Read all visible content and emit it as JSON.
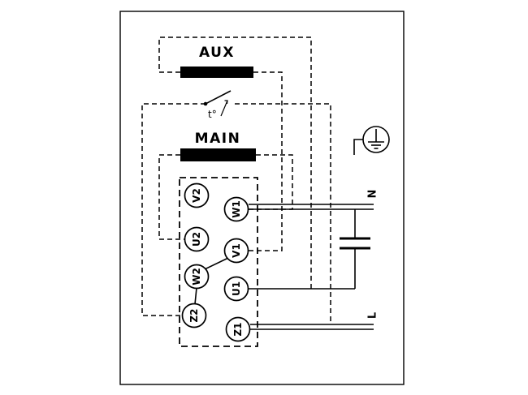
{
  "diagram": {
    "aux_winding_label": "AUX",
    "main_winding_label": "MAIN",
    "thermal_switch_label": "t°",
    "neutral_label": "N",
    "line_label": "L",
    "terminals_left": [
      {
        "label": "V2"
      },
      {
        "label": "U2"
      },
      {
        "label": "W2"
      },
      {
        "label": "Z2"
      }
    ],
    "terminals_right": [
      {
        "label": "W1"
      },
      {
        "label": "V1"
      },
      {
        "label": "U1"
      },
      {
        "label": "Z1"
      }
    ],
    "colors": {
      "line": "#000000",
      "background": "#ffffff",
      "winding_fill": "#000000"
    }
  }
}
